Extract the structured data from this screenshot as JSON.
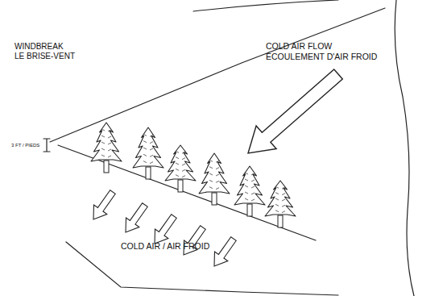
{
  "diagram": {
    "labels": [
      "WINDBREAK",
      "LE BRISE-VENT",
      "COLD AIR FLOW",
      "ÉCOULEMENT D'AIR FROID",
      "3 FT / PIEDS",
      "COLD AIR / AIR FROID"
    ]
  }
}
